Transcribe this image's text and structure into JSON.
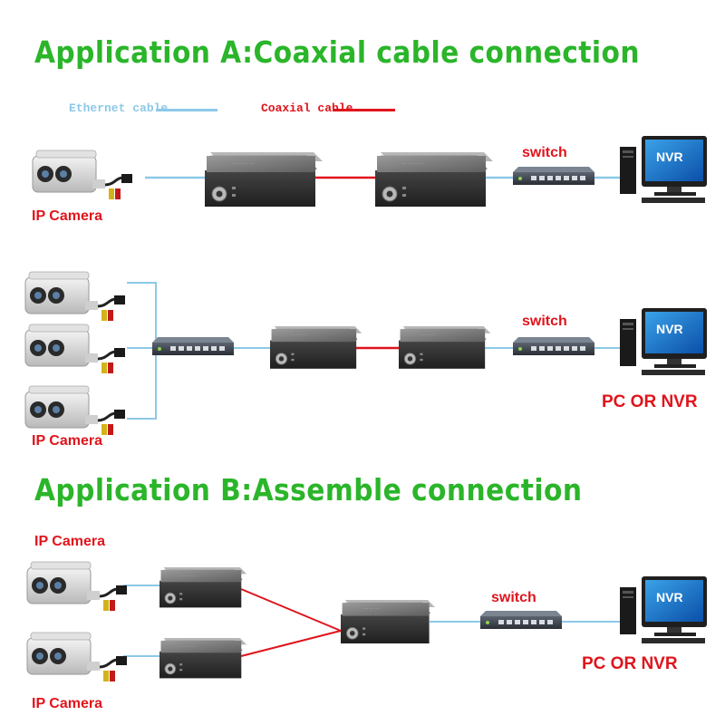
{
  "headings": {
    "a": "Application A:Coaxial cable connection",
    "b": "Application B:Assemble connection"
  },
  "legend": {
    "ethernet": "Ethernet cable",
    "coaxial": "Coaxial cable"
  },
  "labels": {
    "ip_camera": "IP Camera",
    "switch": "switch",
    "pc_or_nvr": "PC OR NVR",
    "nvr_screen": "NVR"
  },
  "colors": {
    "heading": "#2bb52a",
    "ethernet_cable": "#8cc9e8",
    "coaxial_cable": "#e0141c",
    "label_red": "#e0141c"
  }
}
